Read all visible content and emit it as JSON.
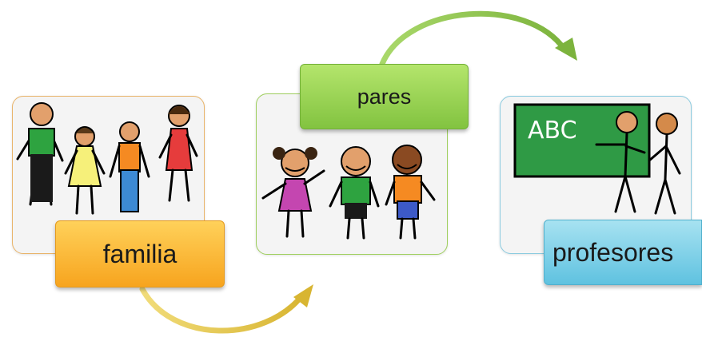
{
  "steps": [
    {
      "label": "familia",
      "color": "#f7a41e"
    },
    {
      "label": "pares",
      "color": "#82c340"
    },
    {
      "label": "profesores",
      "color": "#5fc2e0"
    }
  ],
  "board_text": "ABC",
  "colors": {
    "arrow_top": "#8fc34a",
    "arrow_bottom": "#e2c13a",
    "chalkboard": "#2f9a45"
  }
}
